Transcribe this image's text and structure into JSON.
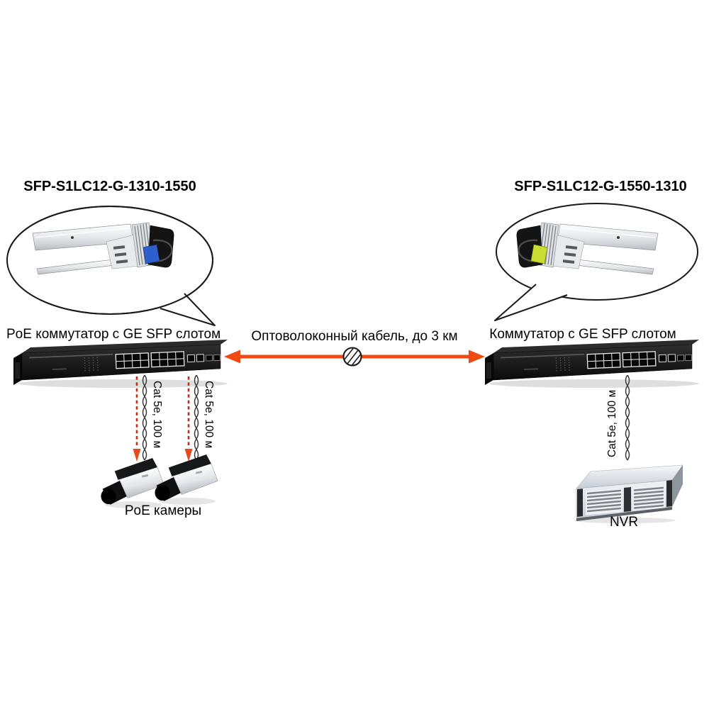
{
  "colors": {
    "fiber_arrow": "#F04A12",
    "cat5_arrow": "#C23018",
    "cat5_arrow_head": "#E8491D",
    "sfp_latch_left": "#2E5FCE",
    "sfp_latch_right": "#C9DC30",
    "bubble_stroke": "#1a1a1a",
    "text": "#000000"
  },
  "left": {
    "sfp_title": "SFP-S1LC12-G-1310-1550",
    "sfp_icon": "sfp-module-1310-1550",
    "switch_label": "PoE коммутатор с GE SFP слотом",
    "cables": [
      {
        "label": "Cat 5e, 100 м"
      },
      {
        "label": "Cat 5e, 100 м"
      }
    ],
    "devices_label": "PoE камеры"
  },
  "right": {
    "sfp_title": "SFP-S1LC12-G-1550-1310",
    "sfp_icon": "sfp-module-1550-1310",
    "switch_label": "Коммутатор с GE SFP слотом",
    "cable": {
      "label": "Cat 5e, 100 м"
    },
    "device_label": "NVR"
  },
  "link": {
    "label": "Оптоволоконный кабель, до 3 км",
    "icon": "fiber-optic-cable-symbol"
  }
}
